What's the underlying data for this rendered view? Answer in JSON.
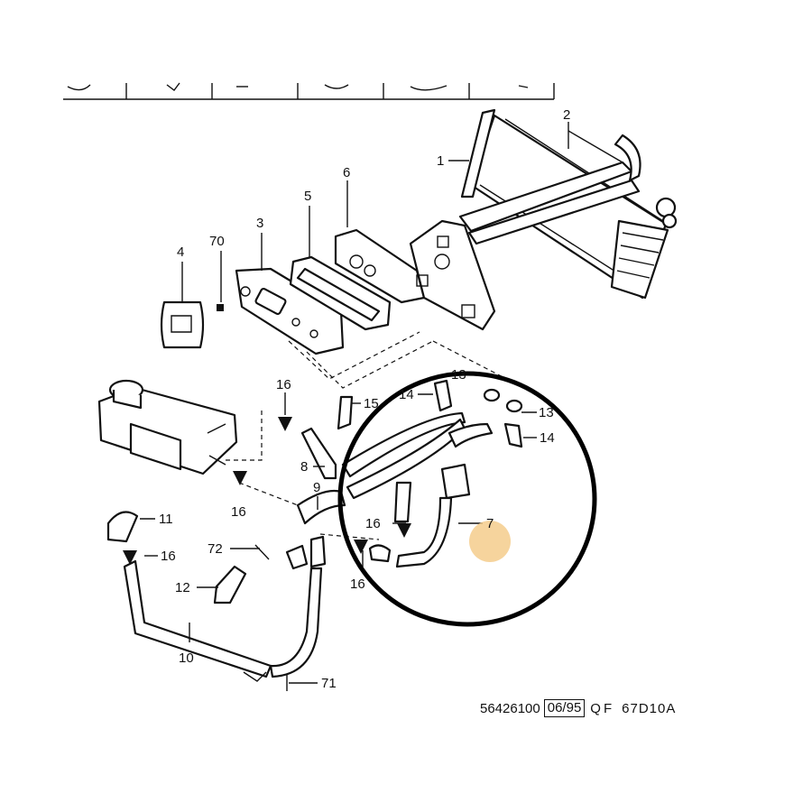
{
  "diagram": {
    "callouts": [
      {
        "id": "c1",
        "text": "1"
      },
      {
        "id": "c2",
        "text": "2"
      },
      {
        "id": "c3",
        "text": "3"
      },
      {
        "id": "c4",
        "text": "4"
      },
      {
        "id": "c5",
        "text": "5"
      },
      {
        "id": "c6",
        "text": "6"
      },
      {
        "id": "c70",
        "text": "70"
      },
      {
        "id": "c16a",
        "text": "16"
      },
      {
        "id": "c15",
        "text": "15"
      },
      {
        "id": "c14a",
        "text": "14"
      },
      {
        "id": "c13",
        "text": "13"
      },
      {
        "id": "c14b",
        "text": "14"
      },
      {
        "id": "c8",
        "text": "8"
      },
      {
        "id": "c9",
        "text": "9"
      },
      {
        "id": "c16b",
        "text": "16"
      },
      {
        "id": "c11",
        "text": "11"
      },
      {
        "id": "c16c",
        "text": "16"
      },
      {
        "id": "c72",
        "text": "72"
      },
      {
        "id": "c16d",
        "text": "16"
      },
      {
        "id": "c7",
        "text": "7"
      },
      {
        "id": "c16e",
        "text": "16"
      },
      {
        "id": "c12",
        "text": "12"
      },
      {
        "id": "c10",
        "text": "10"
      },
      {
        "id": "c71",
        "text": "71"
      },
      {
        "id": "c13b",
        "text": "13"
      }
    ],
    "highlight_color": "#f5cd8c",
    "circle_color": "#000000"
  },
  "footer": {
    "ref_number": "56426100",
    "date_code": "06/95",
    "code_a": "QF",
    "code_b": "67D10A"
  }
}
